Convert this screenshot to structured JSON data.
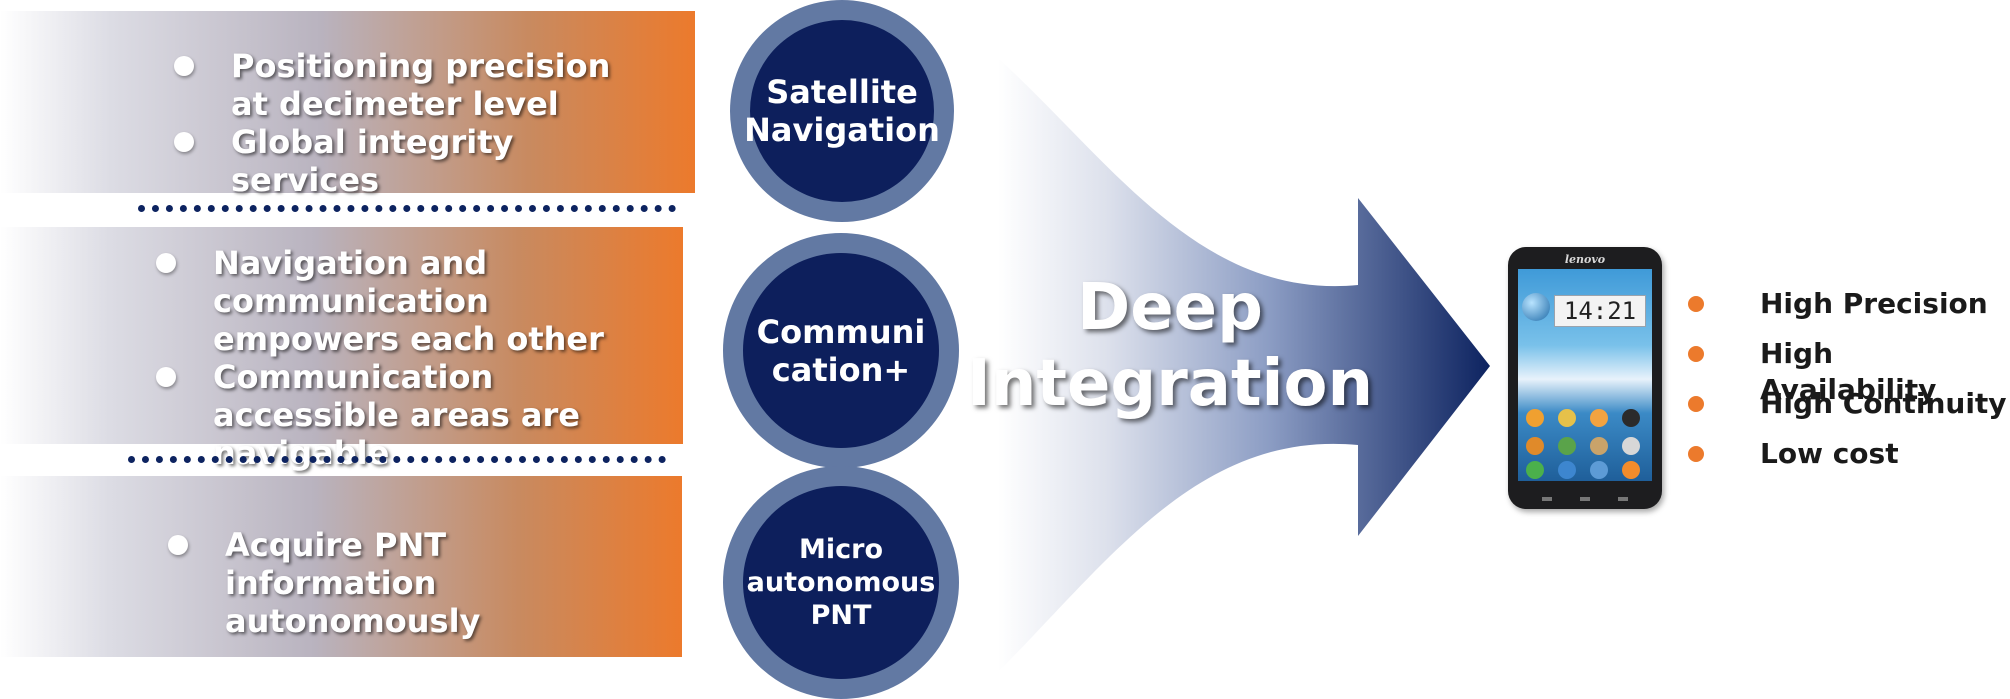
{
  "panels": [
    {
      "items": [
        "Positioning precision at decimeter level",
        "Global integrity services"
      ]
    },
    {
      "items": [
        "Navigation and communication empowers each other",
        "Communication accessible areas are navigable"
      ]
    },
    {
      "items": [
        "Acquire PNT information autonomously"
      ]
    }
  ],
  "circles": [
    {
      "label": "Satellite\nNavigation"
    },
    {
      "label": "Communi\ncation+"
    },
    {
      "label": "Micro\nautonomous\nPNT"
    }
  ],
  "center": {
    "title": "Deep\nIntegration"
  },
  "device": {
    "brand": "lenovo",
    "clock": "14:21"
  },
  "features": [
    "High Precision",
    "High Availability",
    "High Continuity",
    "Low cost"
  ],
  "colors": {
    "navy": "#0d1f5c",
    "ring": "#6279a3",
    "orange": "#ec7a2c",
    "dotted_line": "#0d2360"
  }
}
